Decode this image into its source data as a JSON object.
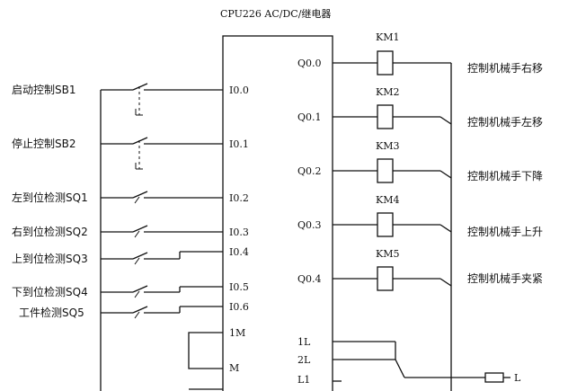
{
  "plc": {
    "title": "CPU226 AC/DC/继电器",
    "inputs": [
      {
        "terminal": "I0.0",
        "label": "启动控制SB1",
        "contact": "pushbutton"
      },
      {
        "terminal": "I0.1",
        "label": "停止控制SB2",
        "contact": "pushbutton"
      },
      {
        "terminal": "I0.2",
        "label": "左到位检测SQ1",
        "contact": "limit"
      },
      {
        "terminal": "I0.3",
        "label": "右到位检测SQ2",
        "contact": "limit"
      },
      {
        "terminal": "I0.4",
        "label": "上到位检测SQ3",
        "contact": "limit"
      },
      {
        "terminal": "I0.5",
        "label": "下到位检测SQ4",
        "contact": "limit"
      },
      {
        "terminal": "I0.6",
        "label": "工件检测SQ5",
        "contact": "limit"
      }
    ],
    "common_terminals": [
      "1M",
      "M"
    ],
    "outputs": [
      {
        "terminal": "Q0.0",
        "coil": "KM1",
        "label": "控制机械手右移"
      },
      {
        "terminal": "Q0.1",
        "coil": "KM2",
        "label": "控制机械手左移"
      },
      {
        "terminal": "Q0.2",
        "coil": "KM3",
        "label": "控制机械手下降"
      },
      {
        "terminal": "Q0.3",
        "coil": "KM4",
        "label": "控制机械手上升"
      },
      {
        "terminal": "Q0.4",
        "coil": "KM5",
        "label": "控制机械手夹紧"
      }
    ],
    "output_commons": [
      "1L",
      "2L",
      "L1"
    ],
    "supply_label": "L"
  }
}
